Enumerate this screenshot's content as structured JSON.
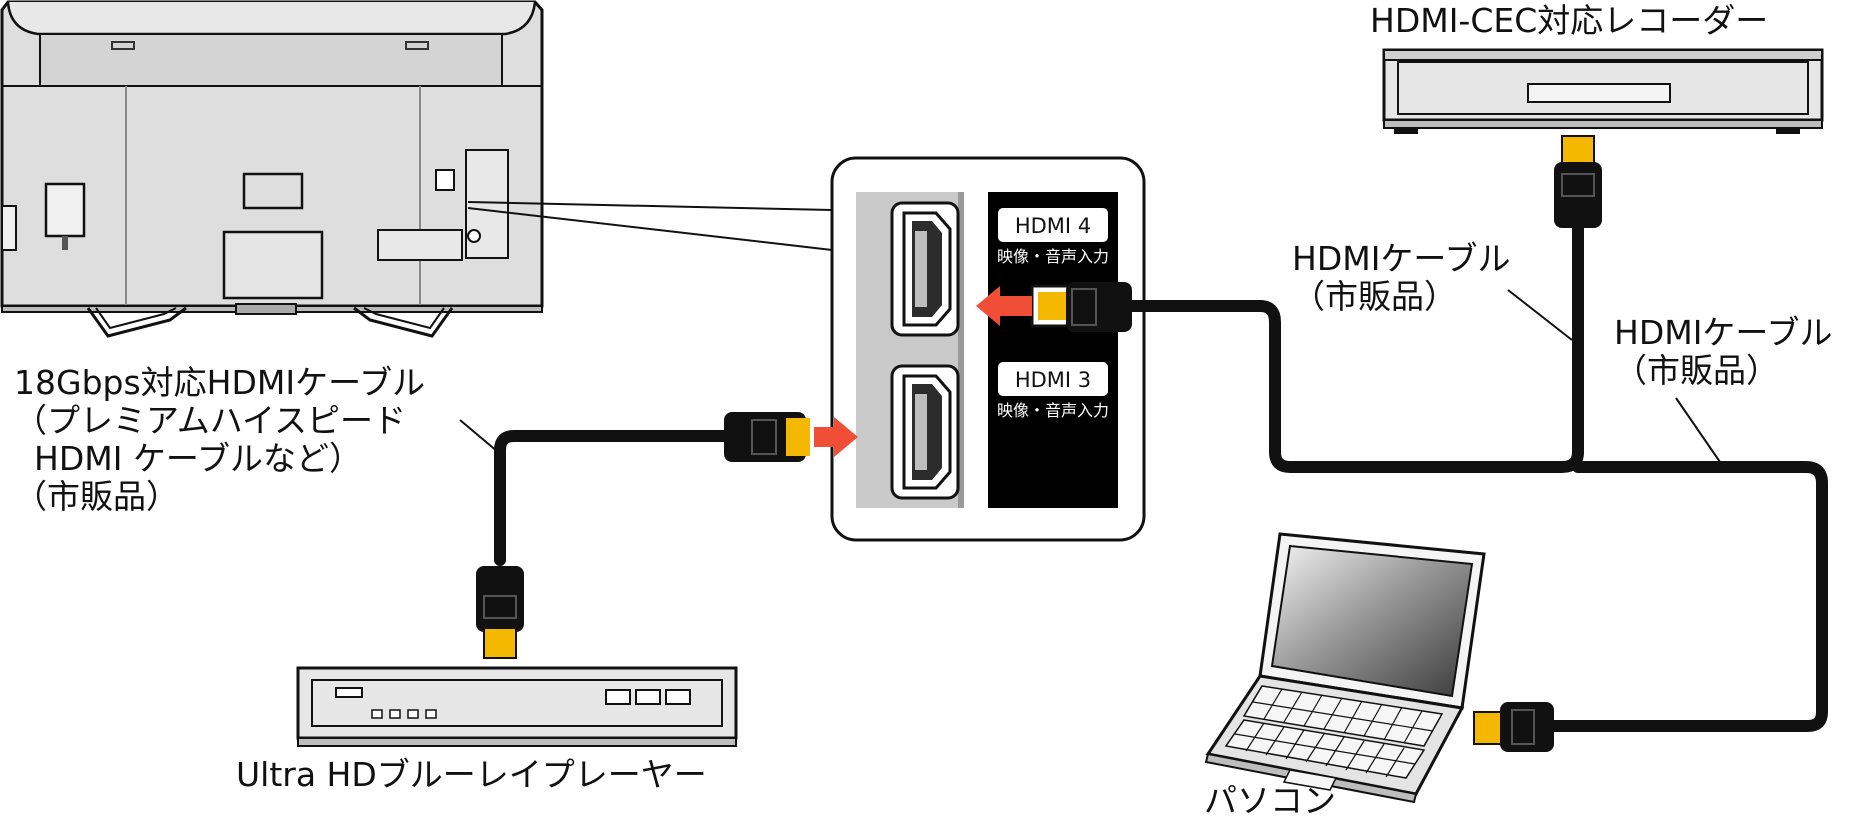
{
  "labels": {
    "recorder": "HDMI-CEC対応レコーダー",
    "cable_recorder": [
      "HDMIケーブル",
      "（市販品）"
    ],
    "cable_pc": [
      "HDMIケーブル",
      "（市販品）"
    ],
    "cable_player": [
      "18Gbps対応HDMIケーブル",
      "（プレミアムハイスピード",
      "HDMI ケーブルなど）",
      "（市販品）"
    ],
    "player": "Ultra HDブルーレイプレーヤー",
    "pc": "パソコン"
  },
  "ports": {
    "hdmi4": {
      "name": "HDMI 4",
      "sub": "映像・音声入力"
    },
    "hdmi3": {
      "name": "HDMI 3",
      "sub": "映像・音声入力"
    }
  },
  "colors": {
    "line": "#111111",
    "tv_body": "#dedede",
    "device_body": "#e6e6e6",
    "plug_tip": "#f5b800",
    "arrow": "#f04e37",
    "port_panel": "#c9c9c9",
    "label_panel": "#000000"
  }
}
